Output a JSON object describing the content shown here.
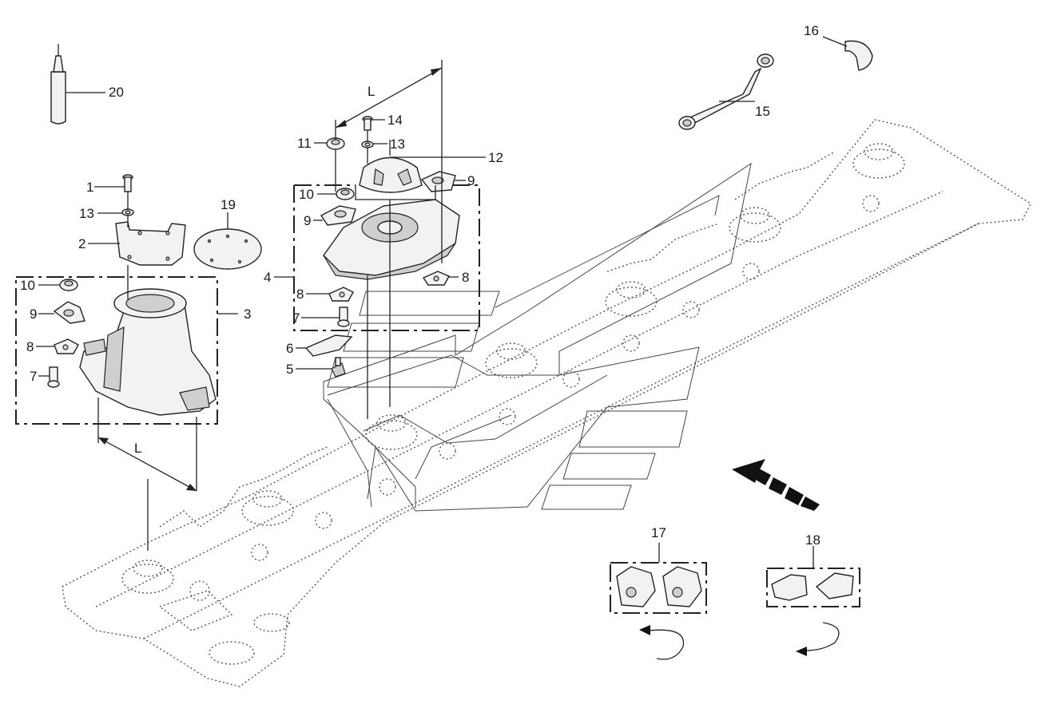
{
  "callouts": {
    "c1": "1",
    "c2": "2",
    "c3": "3",
    "c4": "4",
    "c5": "5",
    "c6": "6",
    "c7a": "7",
    "c7b": "7",
    "c8a": "8",
    "c8b": "8",
    "c8c": "8",
    "c9a": "9",
    "c9b": "9",
    "c9c": "9",
    "c10a": "10",
    "c10b": "10",
    "c11": "11",
    "c12": "12",
    "c13a": "13",
    "c13b": "13",
    "c14": "14",
    "c15": "15",
    "c16": "16",
    "c17": "17",
    "c18": "18",
    "c19": "19",
    "c20": "20"
  },
  "dimensions": {
    "l_top": "L",
    "l_left": "L"
  },
  "icons": {
    "direction": "direction-arrow-icon",
    "rotate_ccw": "rotate-counterclockwise-icon",
    "rotate_cw": "rotate-clockwise-icon"
  }
}
